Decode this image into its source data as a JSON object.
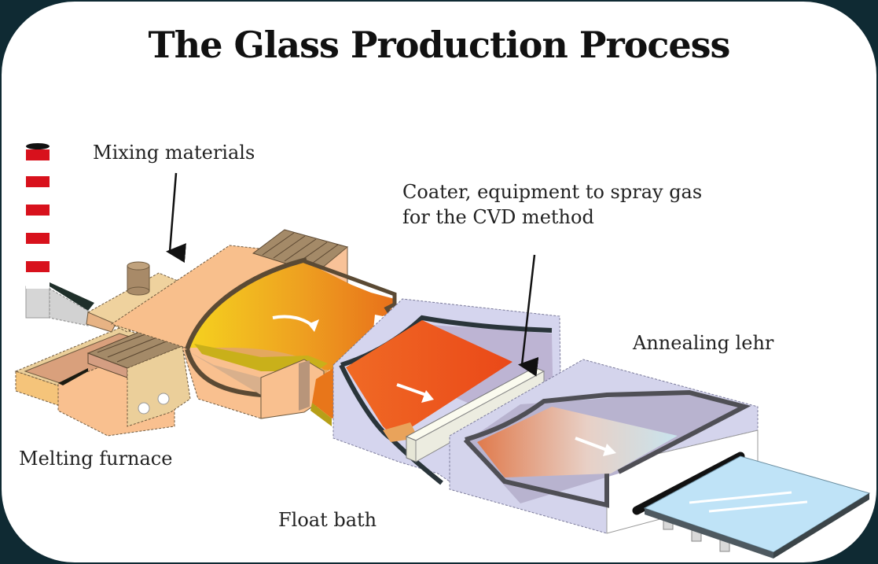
{
  "title": "The Glass Production Process",
  "labels": {
    "mixing": "Mixing materials",
    "coater_line1": "Coater, equipment to spray gas",
    "coater_line2": "for the CVD method",
    "annealing": "Annealing lehr",
    "melting": "Melting furnace",
    "float": "Float bath"
  },
  "components": [
    {
      "id": "chimney",
      "name": "Chimney"
    },
    {
      "id": "melting-furnace",
      "name": "Melting furnace"
    },
    {
      "id": "float-bath",
      "name": "Float bath"
    },
    {
      "id": "coater",
      "name": "Coater"
    },
    {
      "id": "annealing-lehr",
      "name": "Annealing lehr"
    },
    {
      "id": "glass-sheet",
      "name": "Finished glass sheet"
    }
  ],
  "colors": {
    "frame_border": "#0f2a33",
    "furnace_light": "#f9c08f",
    "furnace_tan": "#ebcf9a",
    "furnace_brick": "#9c8466",
    "melt_start": "#f2c41c",
    "melt_end": "#e9761a",
    "float_tin": "#ea4b1c",
    "lehr_body": "#d4d4ec",
    "glass": "#bfe3f7",
    "chimney_red": "#d8111c"
  }
}
